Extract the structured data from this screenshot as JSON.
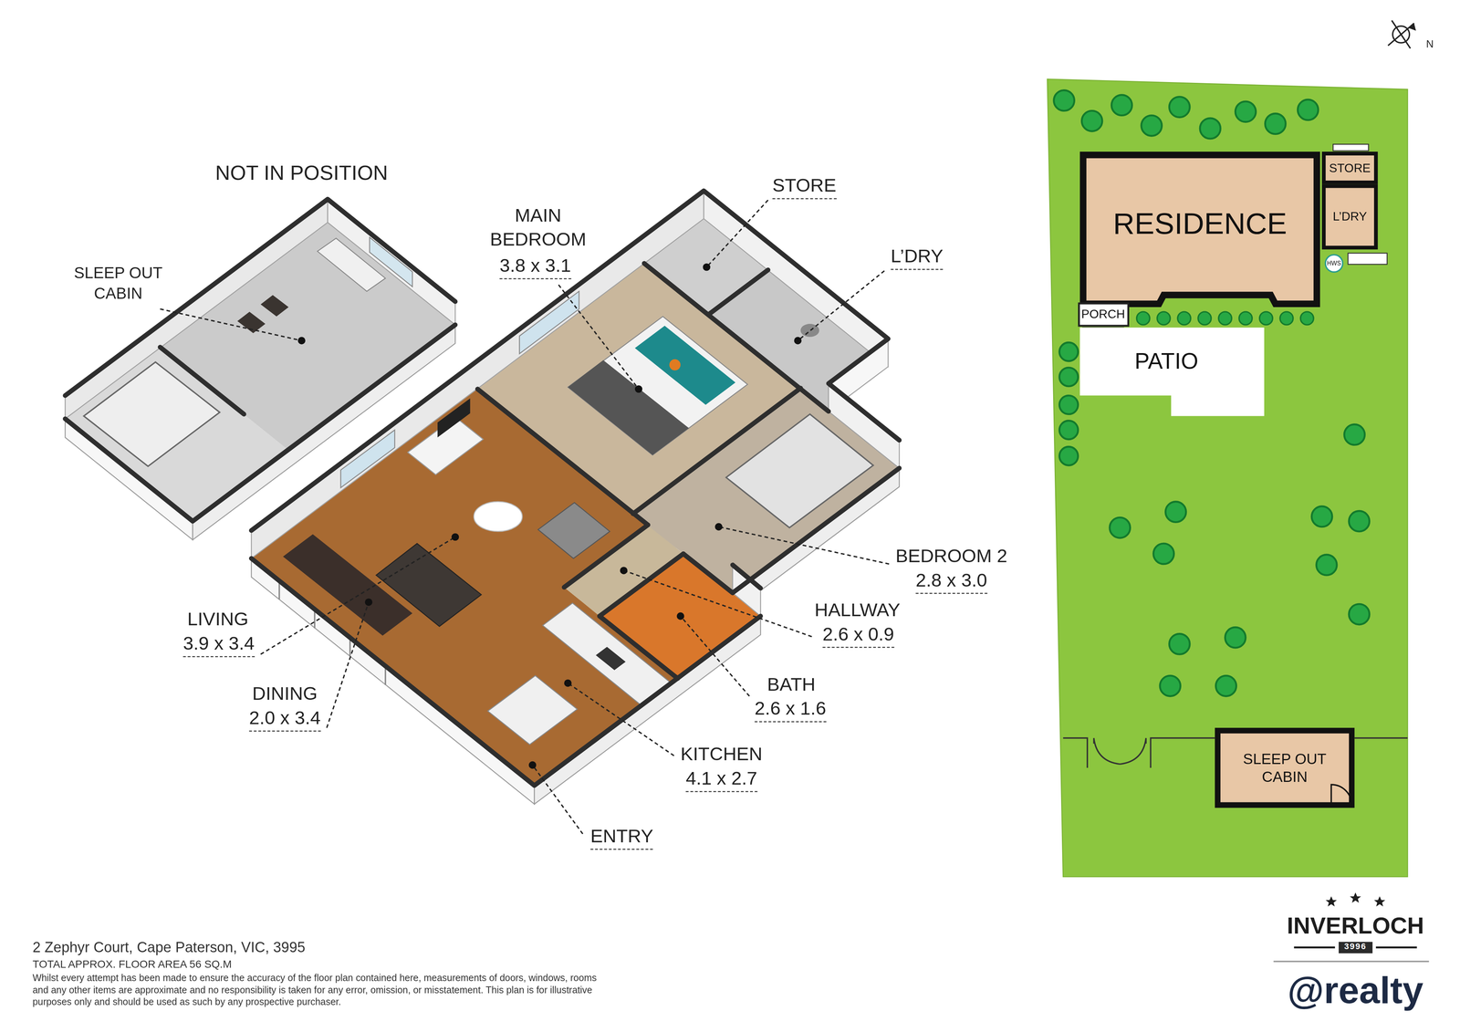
{
  "diagram": {
    "nodes": [
      {
        "text": [
          "RESIDENCE"
        ]
      },
      {
        "text": [
          "STORE"
        ]
      },
      {
        "text": [
          "L’DRY"
        ]
      },
      {
        "text": [
          "HWS"
        ]
      },
      {
        "text": [
          "PORCH"
        ]
      },
      {
        "text": [
          "PATIO"
        ]
      },
      {
        "text": [
          "SLEEP OUT CABIN"
        ]
      }
    ],
    "labels": [
      "NOT IN POSITION",
      "SLEEP OUT CABIN",
      "MAIN BEDROOM",
      "3.8 x 3.1",
      "STORE",
      "L’DRY",
      "BEDROOM 2",
      "2.8 x 3.0",
      "HALLWAY",
      "2.6 x 0.9",
      "BATH",
      "2.6 x 1.6",
      "KITCHEN",
      "4.1 x 2.7",
      "ENTRY",
      "LIVING",
      "3.9 x 3.4",
      "DINING",
      "2.0 x 3.4",
      "2 Zephyr Court, Cape Paterson, VIC, 3995",
      "TOTAL APPROX. FLOOR AREA 56 SQ.M",
      "Whilst every attempt has been made to ensure the accuracy of the floor plan contained here, measurements of doors, windows, rooms and any other items are approximate and no responsibility is taken for any error, omission, or misstatement. This plan is for illustrative purposes only and should be used as such by any prospective purchaser.",
      "N",
      "INVERLOCH",
      "3996",
      "@realty"
    ]
  }
}
